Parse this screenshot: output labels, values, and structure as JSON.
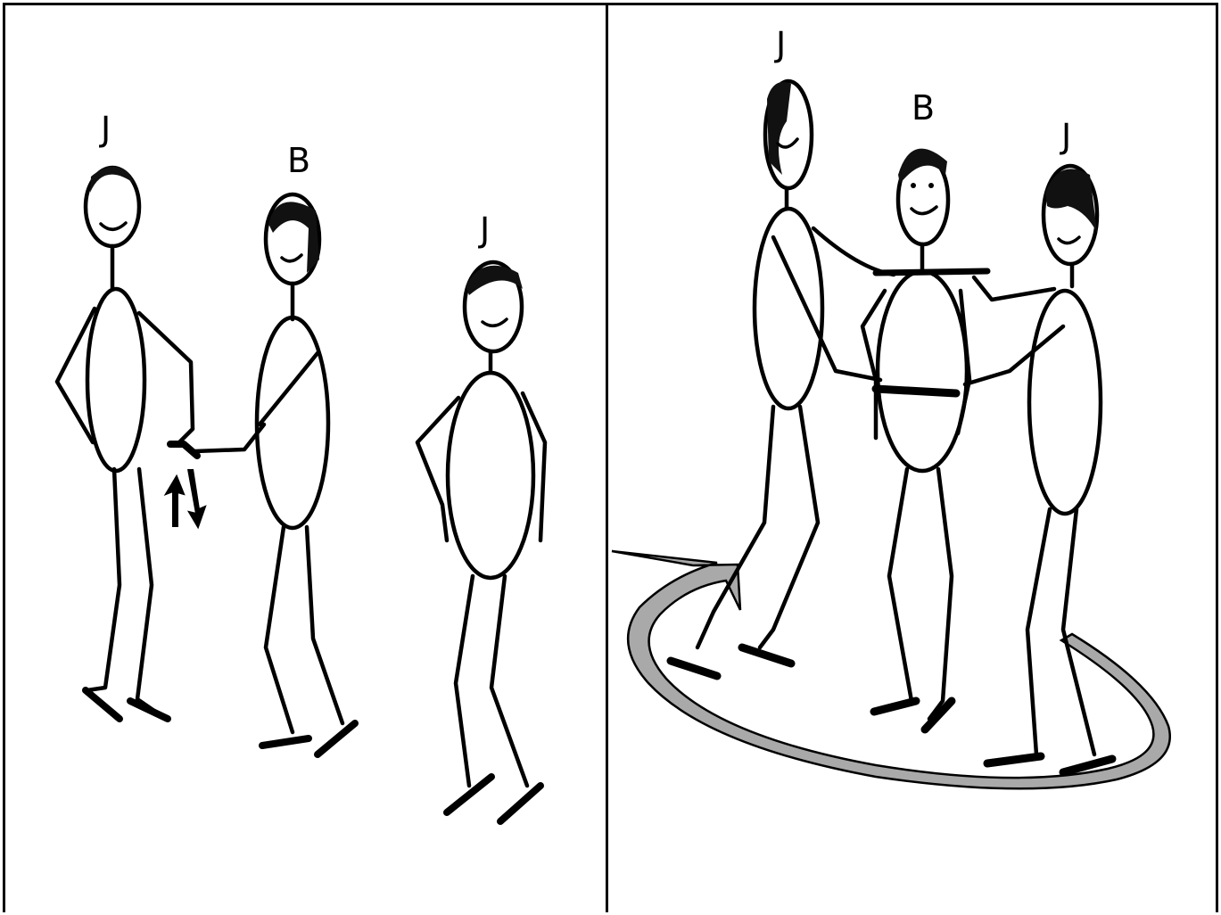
{
  "panels": [
    {
      "figures": [
        {
          "label": "J"
        },
        {
          "label": "B"
        },
        {
          "label": "J"
        }
      ]
    },
    {
      "figures": [
        {
          "label": "J"
        },
        {
          "label": "B"
        },
        {
          "label": "J"
        }
      ]
    }
  ],
  "colors": {
    "border": "#000000",
    "dark_body": "#4a4a4a",
    "light_body": "#ffffff",
    "arrow_fill": "#a9a9a9"
  },
  "icons": [
    "handshake-arrows-icon",
    "rotation-arrow-icon"
  ]
}
